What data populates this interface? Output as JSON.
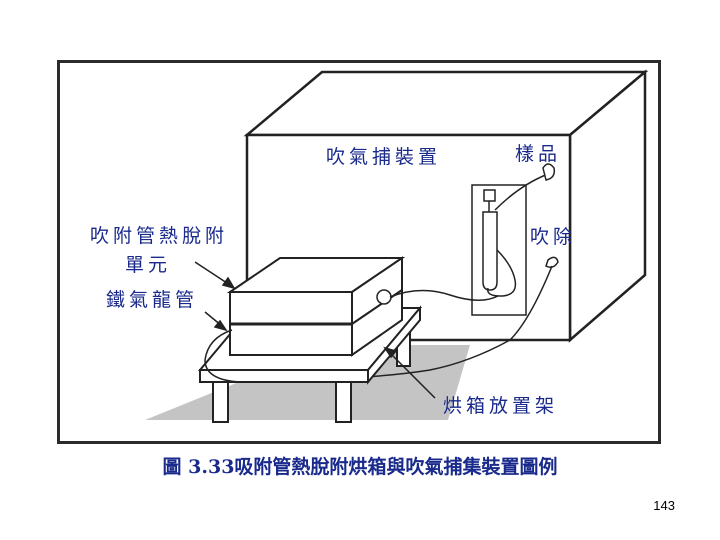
{
  "labels": {
    "purge_capture_device": "吹氣捕裝置",
    "sample": "樣品",
    "thermal_desorption_unit_line1": "吹附管熱脫附",
    "thermal_desorption_unit_line2": "單元",
    "purge": "吹除",
    "helium_tube": "鐵氣龍管",
    "oven_rack": "烘箱放置架"
  },
  "caption": "圖 3.33吸附管熱脫附烘箱與吹氣捕集裝置圖例",
  "page_number": "143",
  "colors": {
    "label": "#1a2a8c",
    "line": "#222222",
    "shadow": "#bdbdbd"
  }
}
